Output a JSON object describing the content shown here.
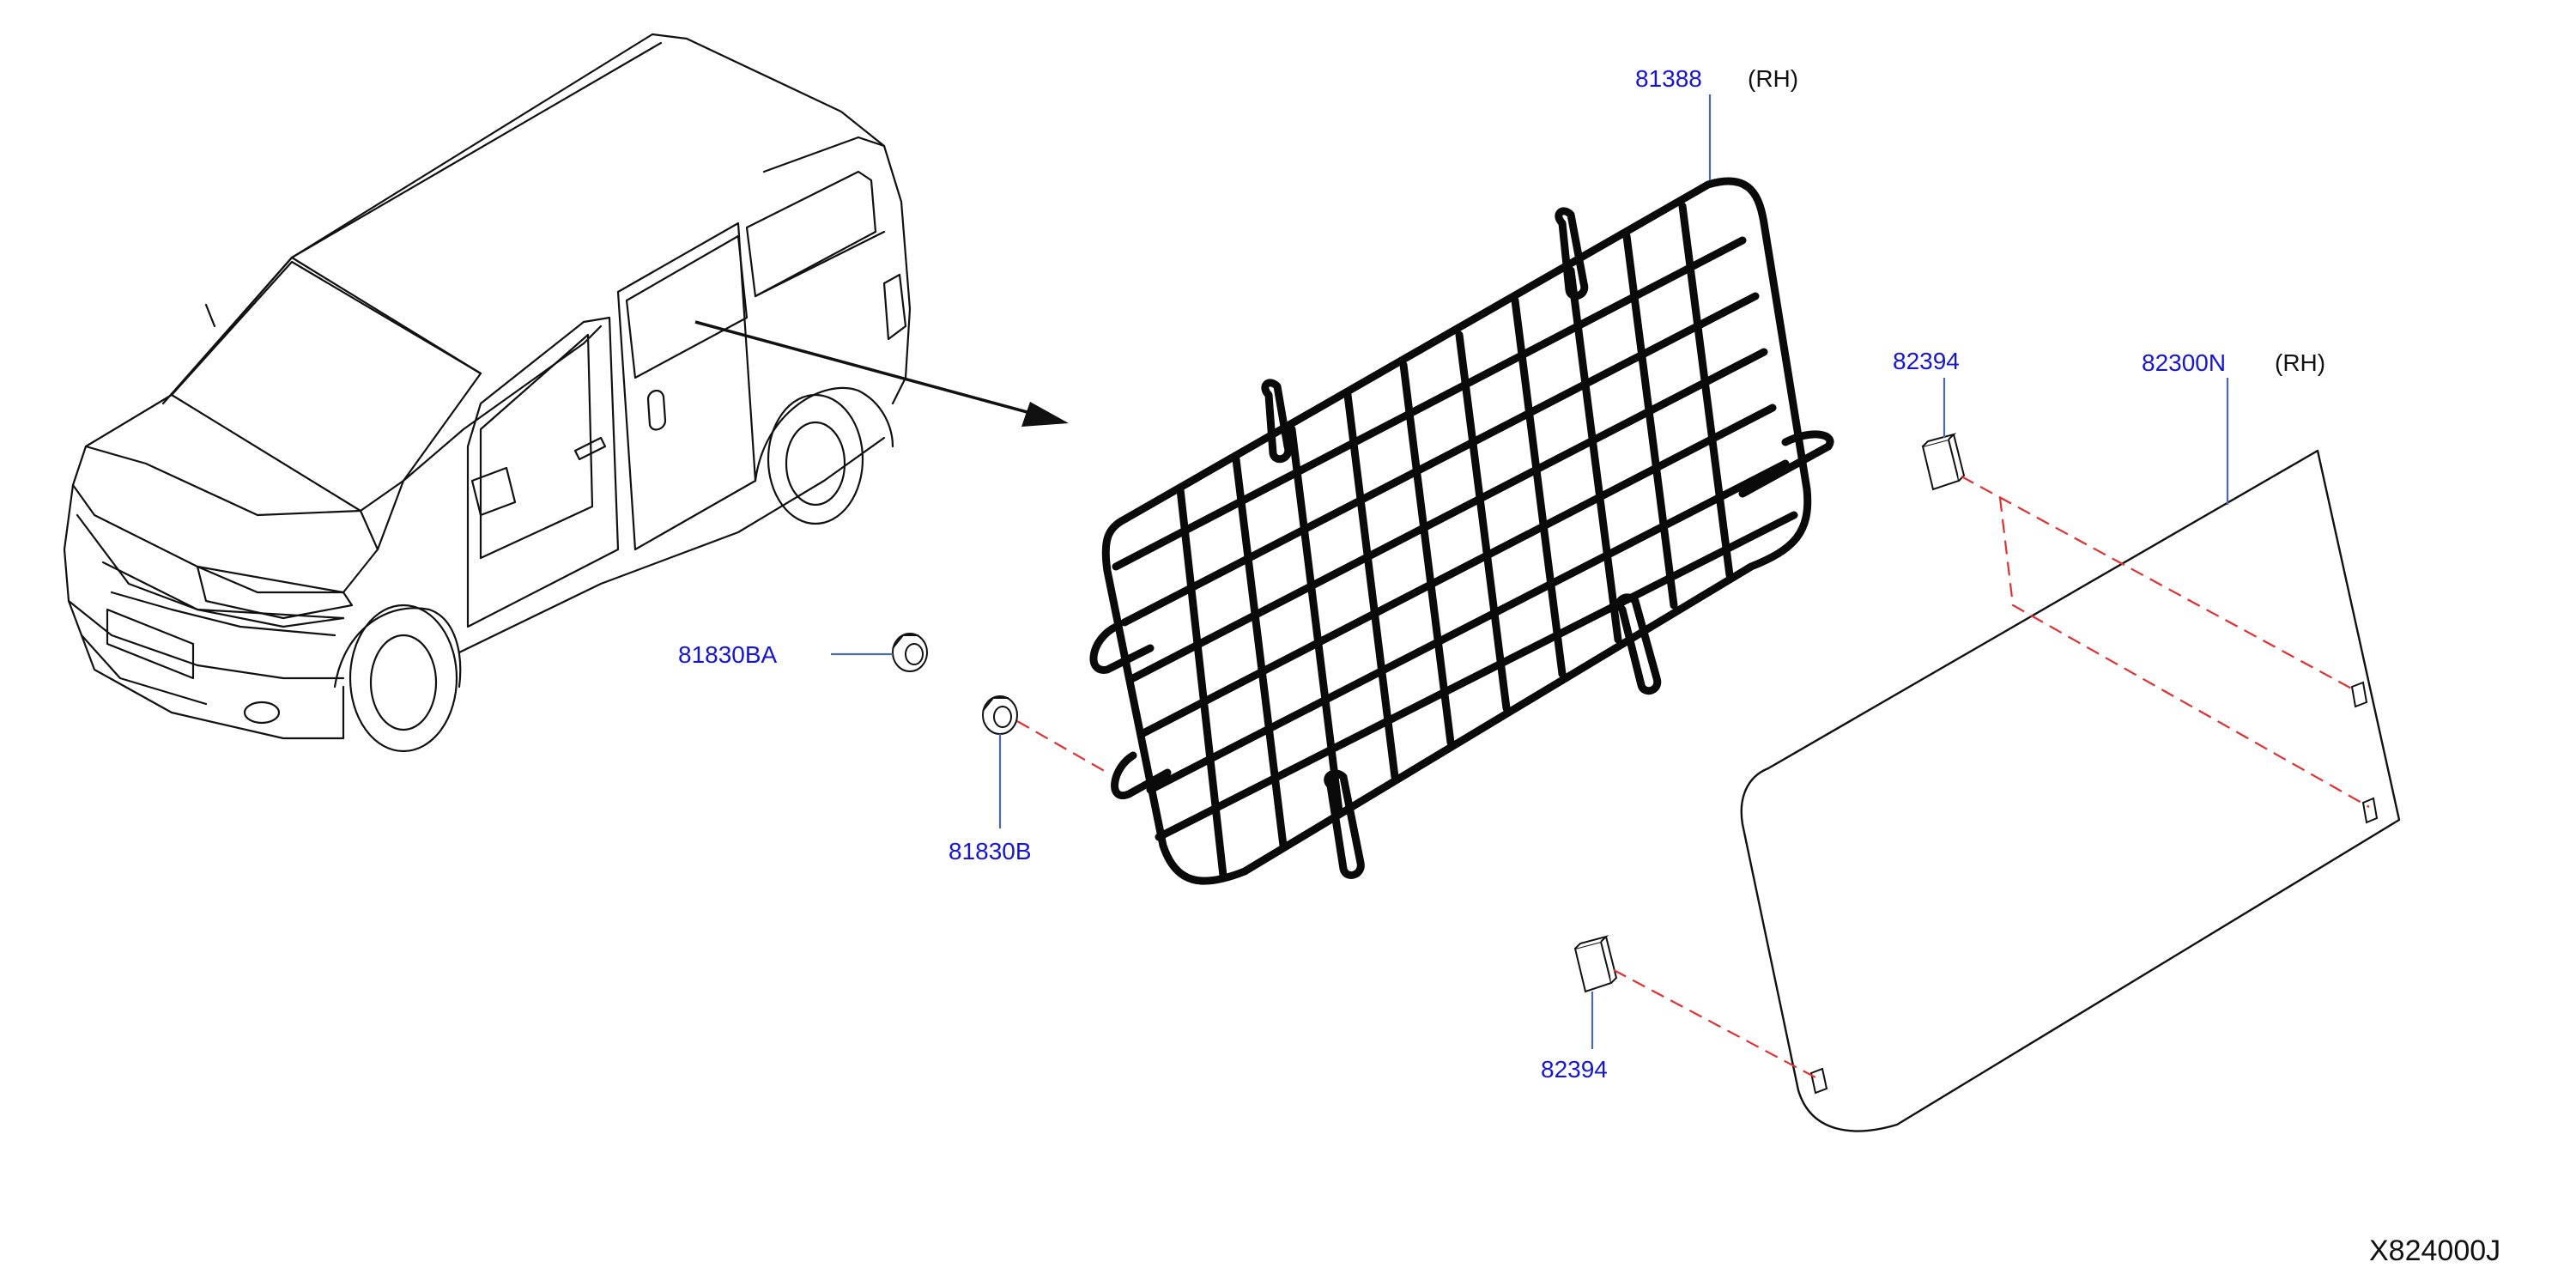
{
  "colors": {
    "part_number": "#1515d6",
    "leader": "#4a6aa8",
    "dashed": "#e03030",
    "linework": "#111111",
    "net": "#0a0a0a"
  },
  "labels": {
    "net_part": "81388",
    "net_side": "(RH)",
    "clip_upper": "81830BA",
    "clip_lower": "81830B",
    "spacer_upper": "82394",
    "spacer_lower": "82394",
    "glass_part": "82300N",
    "glass_side": "(RH)",
    "diagram_code": "X824000J"
  }
}
